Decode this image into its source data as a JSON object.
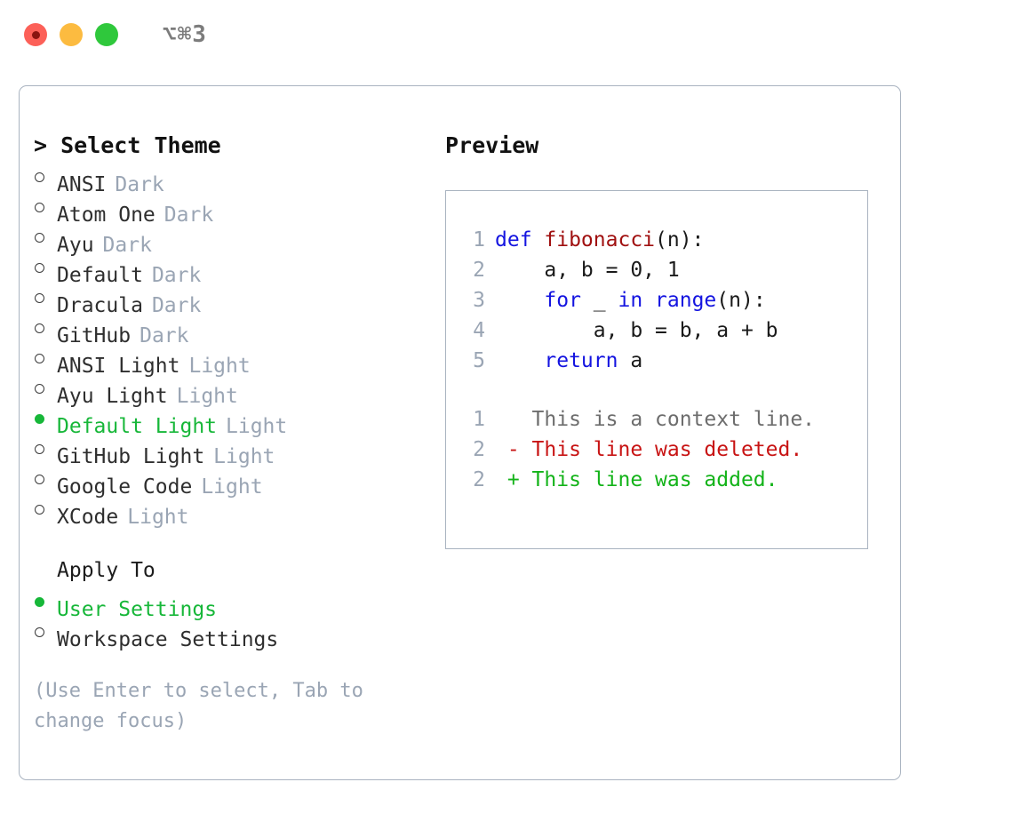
{
  "titlebar": {
    "shortcut": "⌥⌘3",
    "lights": [
      {
        "name": "close",
        "color": "#fc6058"
      },
      {
        "name": "minimize",
        "color": "#fcbb40"
      },
      {
        "name": "zoom",
        "color": "#2fc83c"
      }
    ]
  },
  "theme_picker": {
    "heading": "> Select Theme",
    "items": [
      {
        "name": "ANSI",
        "tag": "Dark",
        "selected": false
      },
      {
        "name": "Atom One",
        "tag": "Dark",
        "selected": false
      },
      {
        "name": "Ayu",
        "tag": "Dark",
        "selected": false
      },
      {
        "name": "Default",
        "tag": "Dark",
        "selected": false
      },
      {
        "name": "Dracula",
        "tag": "Dark",
        "selected": false
      },
      {
        "name": "GitHub",
        "tag": "Dark",
        "selected": false
      },
      {
        "name": "ANSI Light",
        "tag": "Light",
        "selected": false
      },
      {
        "name": "Ayu Light",
        "tag": "Light",
        "selected": false
      },
      {
        "name": "Default Light",
        "tag": "Light",
        "selected": true
      },
      {
        "name": "GitHub Light",
        "tag": "Light",
        "selected": false
      },
      {
        "name": "Google Code",
        "tag": "Light",
        "selected": false
      },
      {
        "name": "XCode",
        "tag": "Light",
        "selected": false
      }
    ]
  },
  "apply_to": {
    "heading": "Apply To",
    "items": [
      {
        "name": "User Settings",
        "selected": true
      },
      {
        "name": "Workspace Settings",
        "selected": false
      }
    ]
  },
  "hint": "(Use Enter to select, Tab to change focus)",
  "preview": {
    "title": "Preview",
    "code_lines": [
      {
        "no": "1",
        "segments": [
          {
            "t": "def ",
            "c": "kw"
          },
          {
            "t": "fibonacci",
            "c": "fn"
          },
          {
            "t": "(n):",
            "c": ""
          }
        ]
      },
      {
        "no": "2",
        "segments": [
          {
            "t": "    a, b = 0, 1",
            "c": ""
          }
        ]
      },
      {
        "no": "3",
        "segments": [
          {
            "t": "    ",
            "c": ""
          },
          {
            "t": "for",
            "c": "kw"
          },
          {
            "t": " _ ",
            "c": ""
          },
          {
            "t": "in",
            "c": "kw"
          },
          {
            "t": " ",
            "c": ""
          },
          {
            "t": "range",
            "c": "kw"
          },
          {
            "t": "(n):",
            "c": ""
          }
        ]
      },
      {
        "no": "4",
        "segments": [
          {
            "t": "        a, b = b, a + b",
            "c": ""
          }
        ]
      },
      {
        "no": "5",
        "segments": [
          {
            "t": "    ",
            "c": ""
          },
          {
            "t": "return",
            "c": "kw"
          },
          {
            "t": " a",
            "c": ""
          }
        ]
      }
    ],
    "diff_lines": [
      {
        "no": "1",
        "segments": [
          {
            "t": "   This is a context line.",
            "c": "ctx"
          }
        ]
      },
      {
        "no": "2",
        "segments": [
          {
            "t": " - This line was deleted.",
            "c": "del"
          }
        ]
      },
      {
        "no": "2",
        "segments": [
          {
            "t": " + This line was added.",
            "c": "add"
          }
        ]
      }
    ]
  },
  "colors": {
    "accent_green": "#17b739",
    "muted": "#9aa5b4",
    "keyword_blue": "#1414e0",
    "function_red": "#a01010",
    "diff_delete": "#c81414",
    "diff_add": "#13b319",
    "border": "#a9b3c0"
  }
}
